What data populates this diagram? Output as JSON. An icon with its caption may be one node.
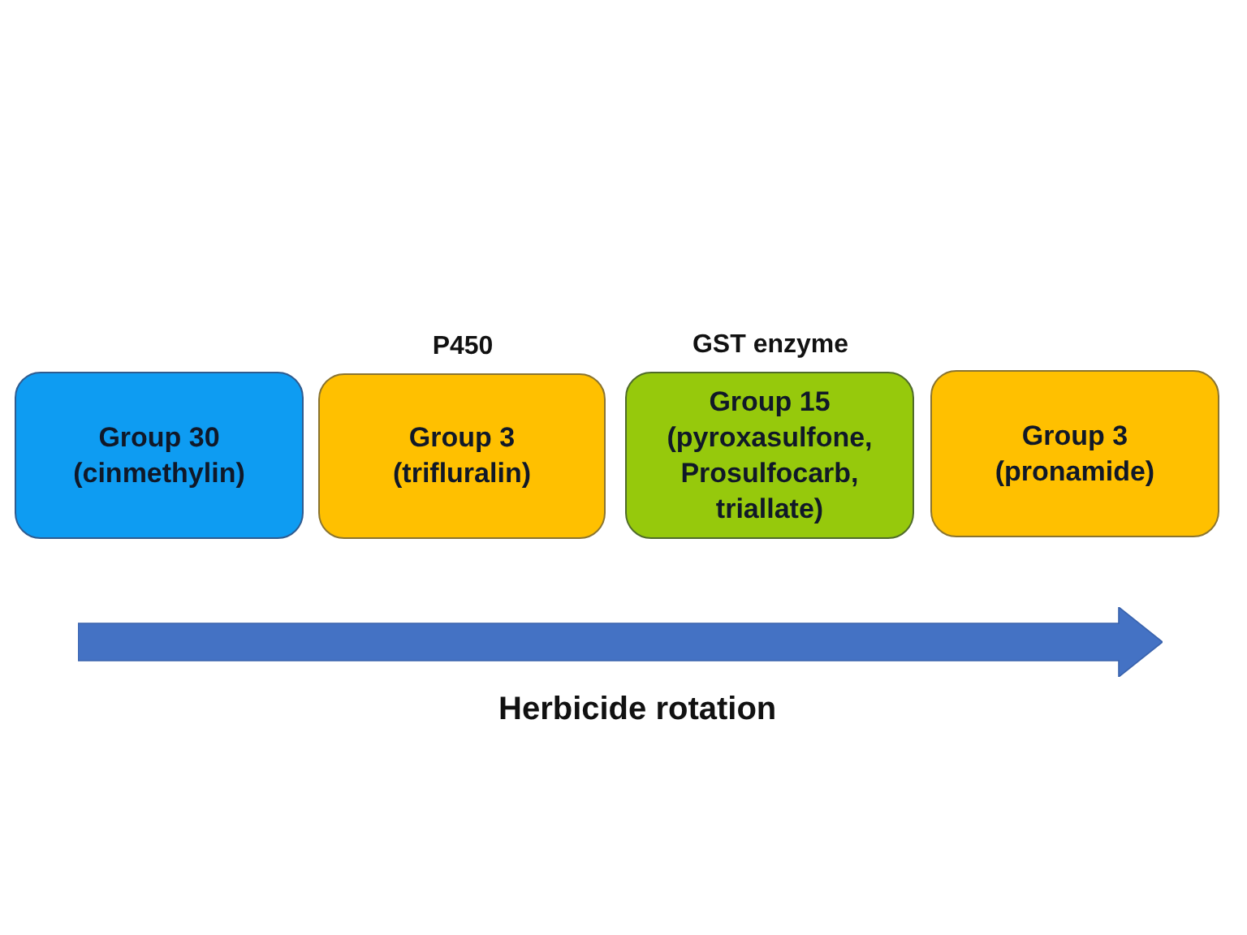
{
  "diagram": {
    "nodes": [
      {
        "text": [
          "Group 30",
          "(cinmethylin)"
        ]
      },
      {
        "text": [
          "Group 3",
          "(trifluralin)"
        ],
        "beside": [
          "P450"
        ]
      },
      {
        "text": [
          "Group 15",
          "(pyroxasulfone, Prosulfocarb, triallate)"
        ],
        "beside": [
          "GST enzyme"
        ]
      },
      {
        "text": [
          "Group 3",
          "(pronamide)"
        ]
      }
    ],
    "labels": [
      "Herbicide rotation"
    ]
  }
}
